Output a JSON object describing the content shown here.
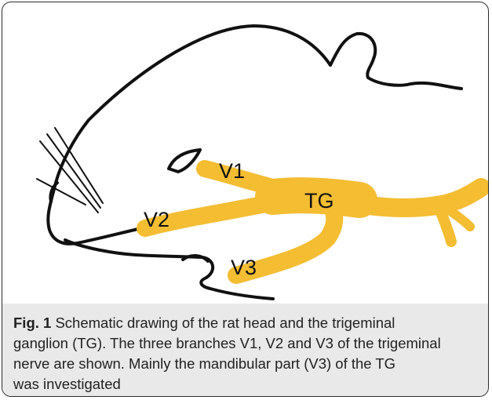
{
  "diagram": {
    "labels": {
      "v1": "V1",
      "v2": "V2",
      "v3": "V3",
      "tg": "TG"
    },
    "colors": {
      "nerve": "#f4bd32",
      "outline": "#111111",
      "caption_background": "#e9e9e9"
    }
  },
  "caption": {
    "label": "Fig. 1",
    "lines": [
      "Schematic drawing of the rat head and the trigeminal",
      "ganglion (TG). The three branches V1, V2 and V3 of the trigeminal",
      "nerve are shown. Mainly the mandibular part (V3) of the TG",
      "was investigated"
    ]
  }
}
